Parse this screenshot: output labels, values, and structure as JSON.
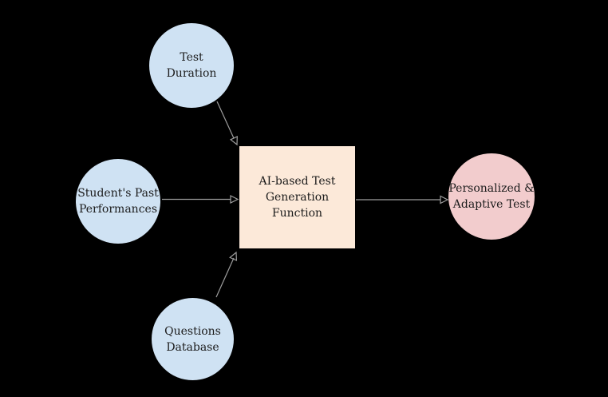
{
  "diagram": {
    "background": "#000000",
    "arrow_color": "#9e9e9e",
    "text_color": "#1c1c1c",
    "nodes": {
      "test_duration": {
        "label": "Test\nDuration",
        "shape": "circle",
        "fill": "#cfe2f3"
      },
      "student_past_performances": {
        "label": "Student's Past\nPerformances",
        "shape": "circle",
        "fill": "#cfe2f3"
      },
      "questions_database": {
        "label": "Questions\nDatabase",
        "shape": "circle",
        "fill": "#cfe2f3"
      },
      "ai_test_generation": {
        "label": "AI-based Test\nGeneration\nFunction",
        "shape": "rect",
        "fill": "#fce9d9"
      },
      "personalized_adaptive_test": {
        "label": "Personalized &\nAdaptive Test",
        "shape": "circle",
        "fill": "#f2cccd"
      }
    },
    "edges": [
      {
        "from": "test_duration",
        "to": "ai_test_generation"
      },
      {
        "from": "student_past_performances",
        "to": "ai_test_generation"
      },
      {
        "from": "questions_database",
        "to": "ai_test_generation"
      },
      {
        "from": "ai_test_generation",
        "to": "personalized_adaptive_test"
      }
    ]
  }
}
